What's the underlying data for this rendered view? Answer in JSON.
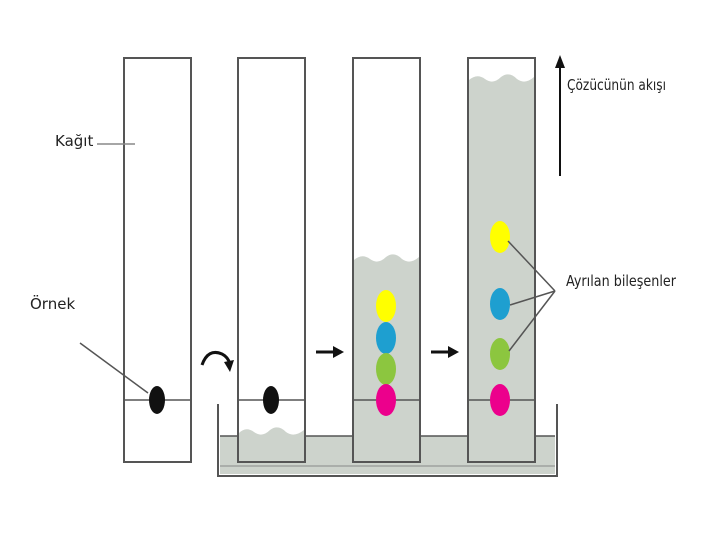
{
  "labels": {
    "paper": "Kağıt",
    "sample": "Örnek",
    "solvent_flow": "Çözücünün akışı",
    "separated_components": "Ayrılan bileşenler"
  },
  "colors": {
    "background": "#ffffff",
    "strip_border": "#555555",
    "solvent": "#cdd3cc",
    "sample_dot": "#111111",
    "yellow": "#ffff00",
    "blue": "#1e9fd0",
    "green": "#8cc63f",
    "magenta": "#ec008c"
  },
  "icons": [
    "curved-arrow-icon",
    "right-arrow-icon",
    "up-arrow-icon"
  ]
}
